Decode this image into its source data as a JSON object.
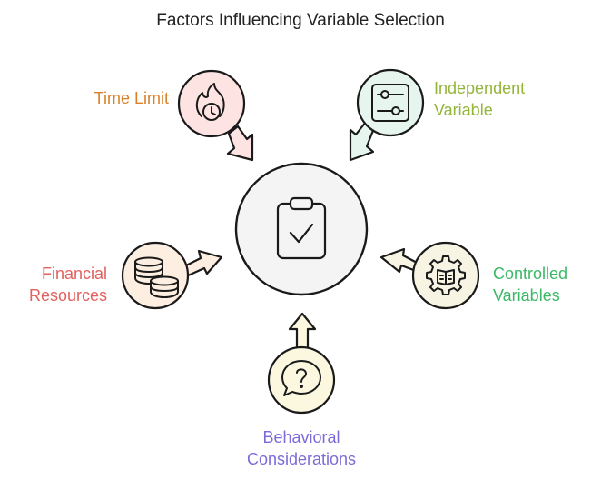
{
  "title": "Factors Influencing Variable Selection",
  "colors": {
    "outline": "#1a1a1a",
    "hub_fill": "#f4f4f4",
    "time_limit": "#d9822b",
    "independent_variable": "#93b53a",
    "controlled_variables": "#3bb866",
    "behavioral_considerations": "#7b6bd9",
    "financial_resources": "#e0615e"
  },
  "hub": {
    "icon": "clipboard-check-icon"
  },
  "factors": [
    {
      "id": "time-limit",
      "lines": [
        "Time Limit"
      ],
      "icon": "clock-fire-icon",
      "fill": "#fde4e2",
      "arrow_fill": "#fde4e2",
      "text_color": "#d9822b"
    },
    {
      "id": "independent-variable",
      "lines": [
        "Independent",
        "Variable"
      ],
      "icon": "sliders-icon",
      "fill": "#e6f6ee",
      "arrow_fill": "#e6f6ee",
      "text_color": "#93b53a"
    },
    {
      "id": "controlled-variables",
      "lines": [
        "Controlled",
        "Variables"
      ],
      "icon": "gear-book-icon",
      "fill": "#f7f4e4",
      "arrow_fill": "#f7f4e4",
      "text_color": "#3bb866"
    },
    {
      "id": "behavioral-considerations",
      "lines": [
        "Behavioral",
        "Considerations"
      ],
      "icon": "question-bubble-icon",
      "fill": "#fbf8df",
      "arrow_fill": "#fbf8df",
      "text_color": "#7b6bd9"
    },
    {
      "id": "financial-resources",
      "lines": [
        "Financial",
        "Resources"
      ],
      "icon": "coins-stack-icon",
      "fill": "#fdeee2",
      "arrow_fill": "#fdeee2",
      "text_color": "#e0615e"
    }
  ]
}
